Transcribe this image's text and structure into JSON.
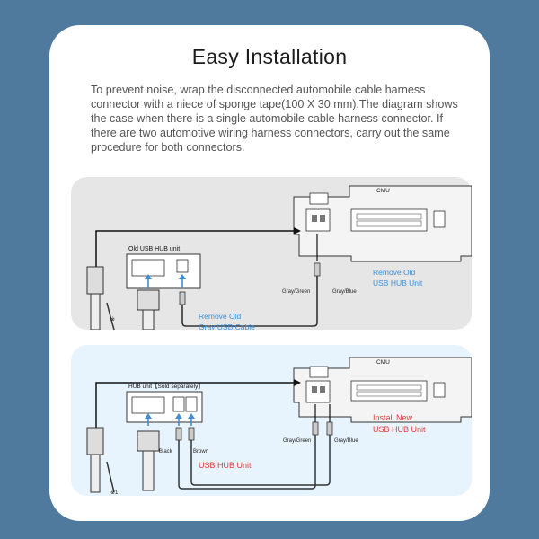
{
  "header": {
    "title": "Easy Installation",
    "description": "To prevent noise, wrap the disconnected automobile cable harness connector with a niece of sponge tape(100 X 30 mm).The diagram shows the case when there is a single automobile cable harness connector. If there are two automotive wiring harness connectors, carry out the same procedure for both connectors."
  },
  "diagram_old": {
    "cmu_label": "CMU",
    "hub_unit_label": "Old USB HUB unit",
    "gray_green_label": "Gray/Green",
    "gray_blue_label": "Gray/Blue",
    "remove_unit_line1": "Remove Old",
    "remove_unit_line2": "USB HUB Unit",
    "remove_cable_line1": "Remove Old",
    "remove_cable_line2": "Gray USB Cable",
    "footnote": "※"
  },
  "diagram_new": {
    "cmu_label": "CMU",
    "hub_unit_label": "HUB unit【Sold separately】",
    "gray_green_label": "Gray/Green",
    "gray_blue_label": "Gray/Blue",
    "install_line1": "Install New",
    "install_line2": "USB HUB Unit",
    "black_label": "Black",
    "brown_label": "Brown",
    "usb_hub_unit_label": "USB HUB Unit",
    "footnote": "※1"
  },
  "colors": {
    "background": "#4f7a9d",
    "old_panel": "#e6e6e6",
    "new_panel": "#e8f4fd",
    "remove_text": "#3f8fd6",
    "install_text": "#e03c3c"
  }
}
